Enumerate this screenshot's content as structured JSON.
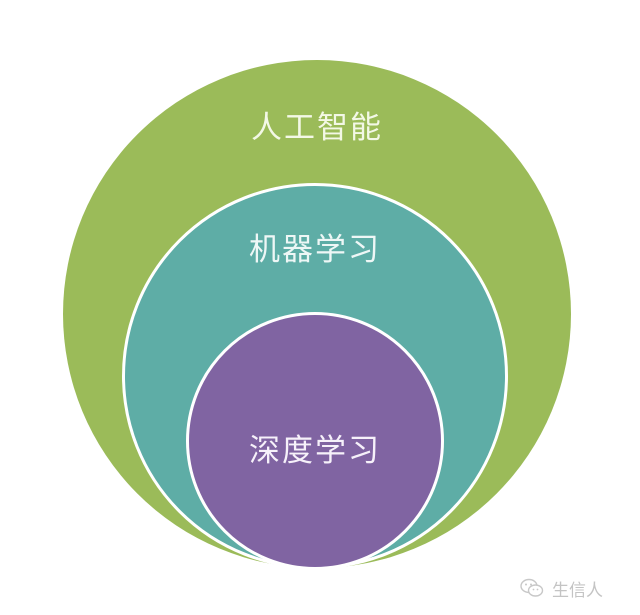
{
  "diagram": {
    "type": "nested-circles",
    "circles": [
      {
        "label": "人工智能",
        "color": "#9bbb59"
      },
      {
        "label": "机器学习",
        "color": "#5eada6"
      },
      {
        "label": "深度学习",
        "color": "#8064a2"
      }
    ]
  },
  "watermark": {
    "icon": "wechat-icon",
    "text": "生信人"
  }
}
